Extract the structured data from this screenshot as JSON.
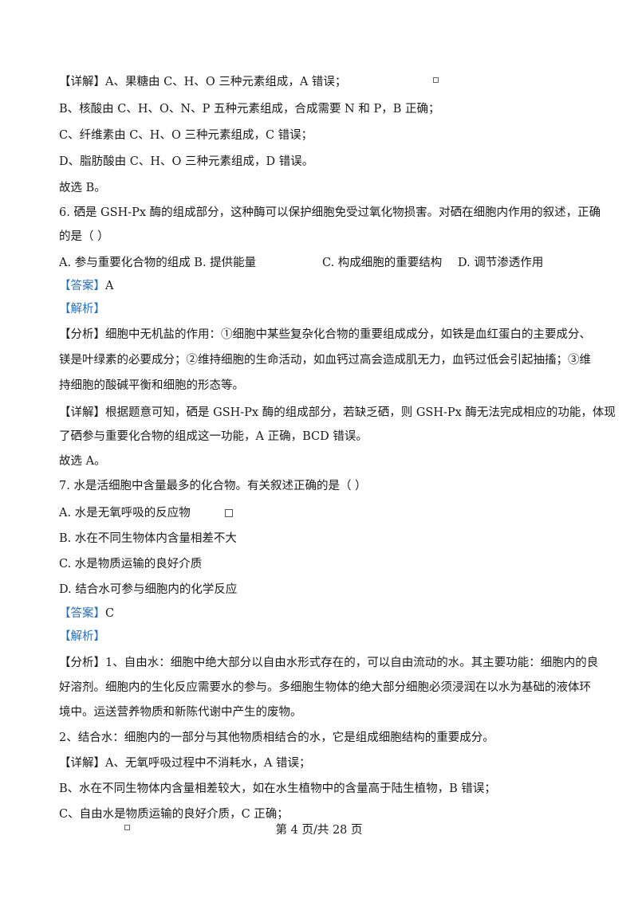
{
  "lines": {
    "l1_tag": "【详解】",
    "l1": "A、果糖由 C、H、O 三种元素组成，A 错误；",
    "l2": "B、核酸由 C、H、O、N、P 五种元素组成，合成需要  N 和  P，B 正确；",
    "l3": "C、纤维素由 C、H、O 三种元素组成，C 错误；",
    "l4": "D、脂肪酸由 C、H、O 三种元素组成，D 错误。",
    "l5": "故选  B。",
    "q6_line1": "6. 硒是  GSH-Px 酶的组成部分，这种酶可以保护细胞免受过氧化物损害。对硒在细胞内作用的叙述，正确",
    "q6_line2": "的是（        ）",
    "q6_opt_a": "A.  参与重要化合物的组成 B. 提供能量",
    "q6_opt_c": "C.  构成细胞的重要结构",
    "q6_opt_d": "D.  调节渗透作用",
    "q6_ans_tag": "【答案】",
    "q6_ans": "A",
    "q6_jx": "【解析】",
    "q6_fx_tag": "【分析】",
    "q6_fx1": "细胞中无机盐的作用：①细胞中某些复杂化合物的重要组成成分，如铁是血红蛋白的主要成分、",
    "q6_fx2": "镁是叶绿素的必要成分；②维持细胞的生命活动，如血钙过高会造成肌无力，血钙过低会引起抽搐；③维",
    "q6_fx3": "持细胞的酸碱平衡和细胞的形态等。",
    "q6_xj_tag": "【详解】",
    "q6_xj1": "根据题意可知，硒是  GSH-Px 酶的组成部分，若缺乏硒，则  GSH-Px 酶无法完成相应的功能，体现",
    "q6_xj2": "了硒参与重要化合物的组成这一功能，A 正确，BCD 错误。",
    "q6_xz": "故选  A。",
    "q7_line": "7. 水是活细胞中含量最多的化合物。有关叙述正确的是（        ）",
    "q7_a": "A.  水是无氧呼吸的反应物",
    "q7_b": "B.  水在不同生物体内含量相差不大",
    "q7_c": "C.  水是物质运输的良好介质",
    "q7_d": "D.  结合水可参与细胞内的化学反应",
    "q7_ans_tag": "【答案】",
    "q7_ans": "C",
    "q7_jx": "【解析】",
    "q7_fx_tag": "【分析】",
    "q7_fx1": "1、自由水：细胞中绝大部分以自由水形式存在的，可以自由流动的水。其主要功能：细胞内的良",
    "q7_fx2": "好溶剂。细胞内的生化反应需要水的参与。多细胞生物体的绝大部分细胞必须浸润在以水为基础的液体环",
    "q7_fx3": "境中。运送营养物质和新陈代谢中产生的废物。",
    "q7_fx4": "2、结合水：细胞内的一部分与其他物质相结合的水，它是组成细胞结构的重要成分。",
    "q7_xj_tag": "【详解】",
    "q7_xj1": "A、无氧呼吸过程中不消耗水，A 错误；",
    "q7_xj2": "B、水在不同生物体内含量相差较大，如在水生植物中的含量高于陆生植物，B 错误；",
    "q7_xj3": "C、自由水是物质运输的良好介质，C 正确；"
  },
  "footer": {
    "page_label": "第  4 页/共  28 页"
  }
}
